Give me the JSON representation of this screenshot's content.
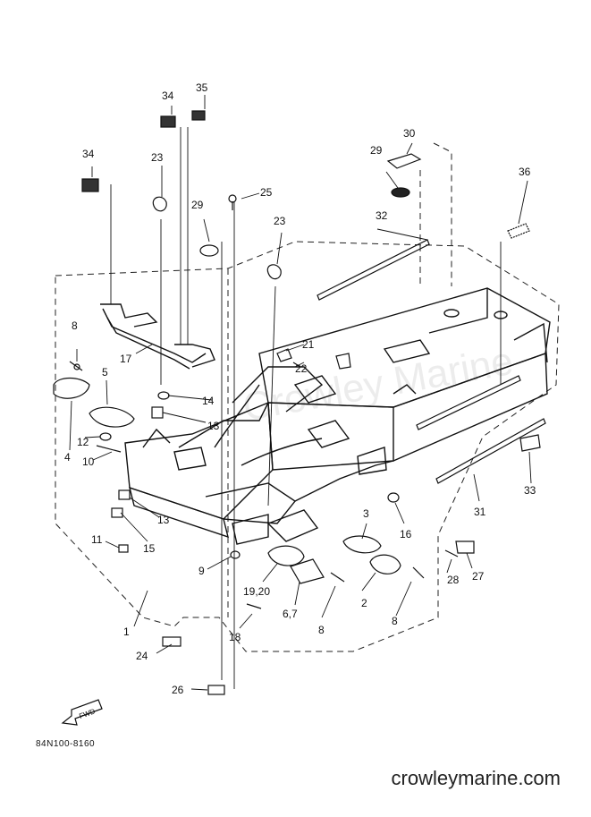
{
  "diagram": {
    "drawing_code": "84N100-8160",
    "brand": "crowleymarine.com",
    "watermark": "Crowley Marine",
    "fwd_marker": "FWD",
    "callouts": [
      {
        "id": "c1",
        "label": "1"
      },
      {
        "id": "c2",
        "label": "2"
      },
      {
        "id": "c3",
        "label": "3"
      },
      {
        "id": "c4",
        "label": "4"
      },
      {
        "id": "c5",
        "label": "5"
      },
      {
        "id": "c6-7",
        "label": "6,7"
      },
      {
        "id": "c8a",
        "label": "8"
      },
      {
        "id": "c8b",
        "label": "8"
      },
      {
        "id": "c8c",
        "label": "8"
      },
      {
        "id": "c9",
        "label": "9"
      },
      {
        "id": "c10",
        "label": "10"
      },
      {
        "id": "c11",
        "label": "11"
      },
      {
        "id": "c12",
        "label": "12"
      },
      {
        "id": "c13a",
        "label": "13"
      },
      {
        "id": "c13b",
        "label": "13"
      },
      {
        "id": "c14",
        "label": "14"
      },
      {
        "id": "c15",
        "label": "15"
      },
      {
        "id": "c16",
        "label": "16"
      },
      {
        "id": "c17",
        "label": "17"
      },
      {
        "id": "c18",
        "label": "18"
      },
      {
        "id": "c19-20",
        "label": "19,20"
      },
      {
        "id": "c21",
        "label": "21"
      },
      {
        "id": "c22",
        "label": "22"
      },
      {
        "id": "c23a",
        "label": "23"
      },
      {
        "id": "c23b",
        "label": "23"
      },
      {
        "id": "c24",
        "label": "24"
      },
      {
        "id": "c25",
        "label": "25"
      },
      {
        "id": "c26",
        "label": "26"
      },
      {
        "id": "c27",
        "label": "27"
      },
      {
        "id": "c28",
        "label": "28"
      },
      {
        "id": "c29a",
        "label": "29"
      },
      {
        "id": "c29b",
        "label": "29"
      },
      {
        "id": "c30",
        "label": "30"
      },
      {
        "id": "c31",
        "label": "31"
      },
      {
        "id": "c32",
        "label": "32"
      },
      {
        "id": "c33",
        "label": "33"
      },
      {
        "id": "c34a",
        "label": "34"
      },
      {
        "id": "c34b",
        "label": "34"
      },
      {
        "id": "c35",
        "label": "35"
      },
      {
        "id": "c36",
        "label": "36"
      }
    ]
  }
}
